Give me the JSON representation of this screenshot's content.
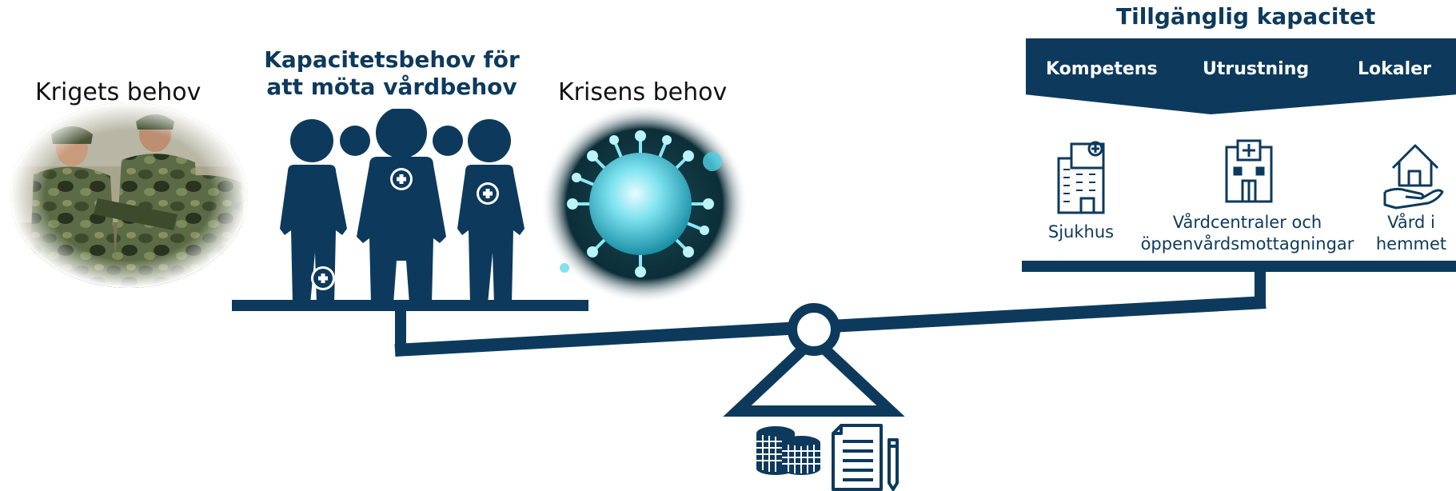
{
  "left": {
    "war_needs_label": "Krigets behov",
    "capacity_needs_heading_line1": "Kapacitetsbehov för",
    "capacity_needs_heading_line2": "att möta vårdbehov",
    "crisis_needs_label": "Krisens behov"
  },
  "right": {
    "heading": "Tillgänglig kapacitet",
    "banner_items": [
      "Kompetens",
      "Utrustning",
      "Lokaler"
    ],
    "facilities": [
      {
        "icon": "hospital-icon",
        "label_line1": "Sjukhus",
        "label_line2": ""
      },
      {
        "icon": "clinic-icon",
        "label_line1": "Vårdcentraler och",
        "label_line2": "öppenvårdsmottagningar"
      },
      {
        "icon": "home-care-icon",
        "label_line1": "Vård i",
        "label_line2": "hemmet"
      }
    ]
  },
  "bottom_icons": [
    "coins-icon",
    "document-pencil-icon"
  ],
  "colors": {
    "navy": "#0d3a5c",
    "text": "#111111",
    "banner_text": "#ffffff",
    "virus_glow": "#4fd3e6"
  }
}
